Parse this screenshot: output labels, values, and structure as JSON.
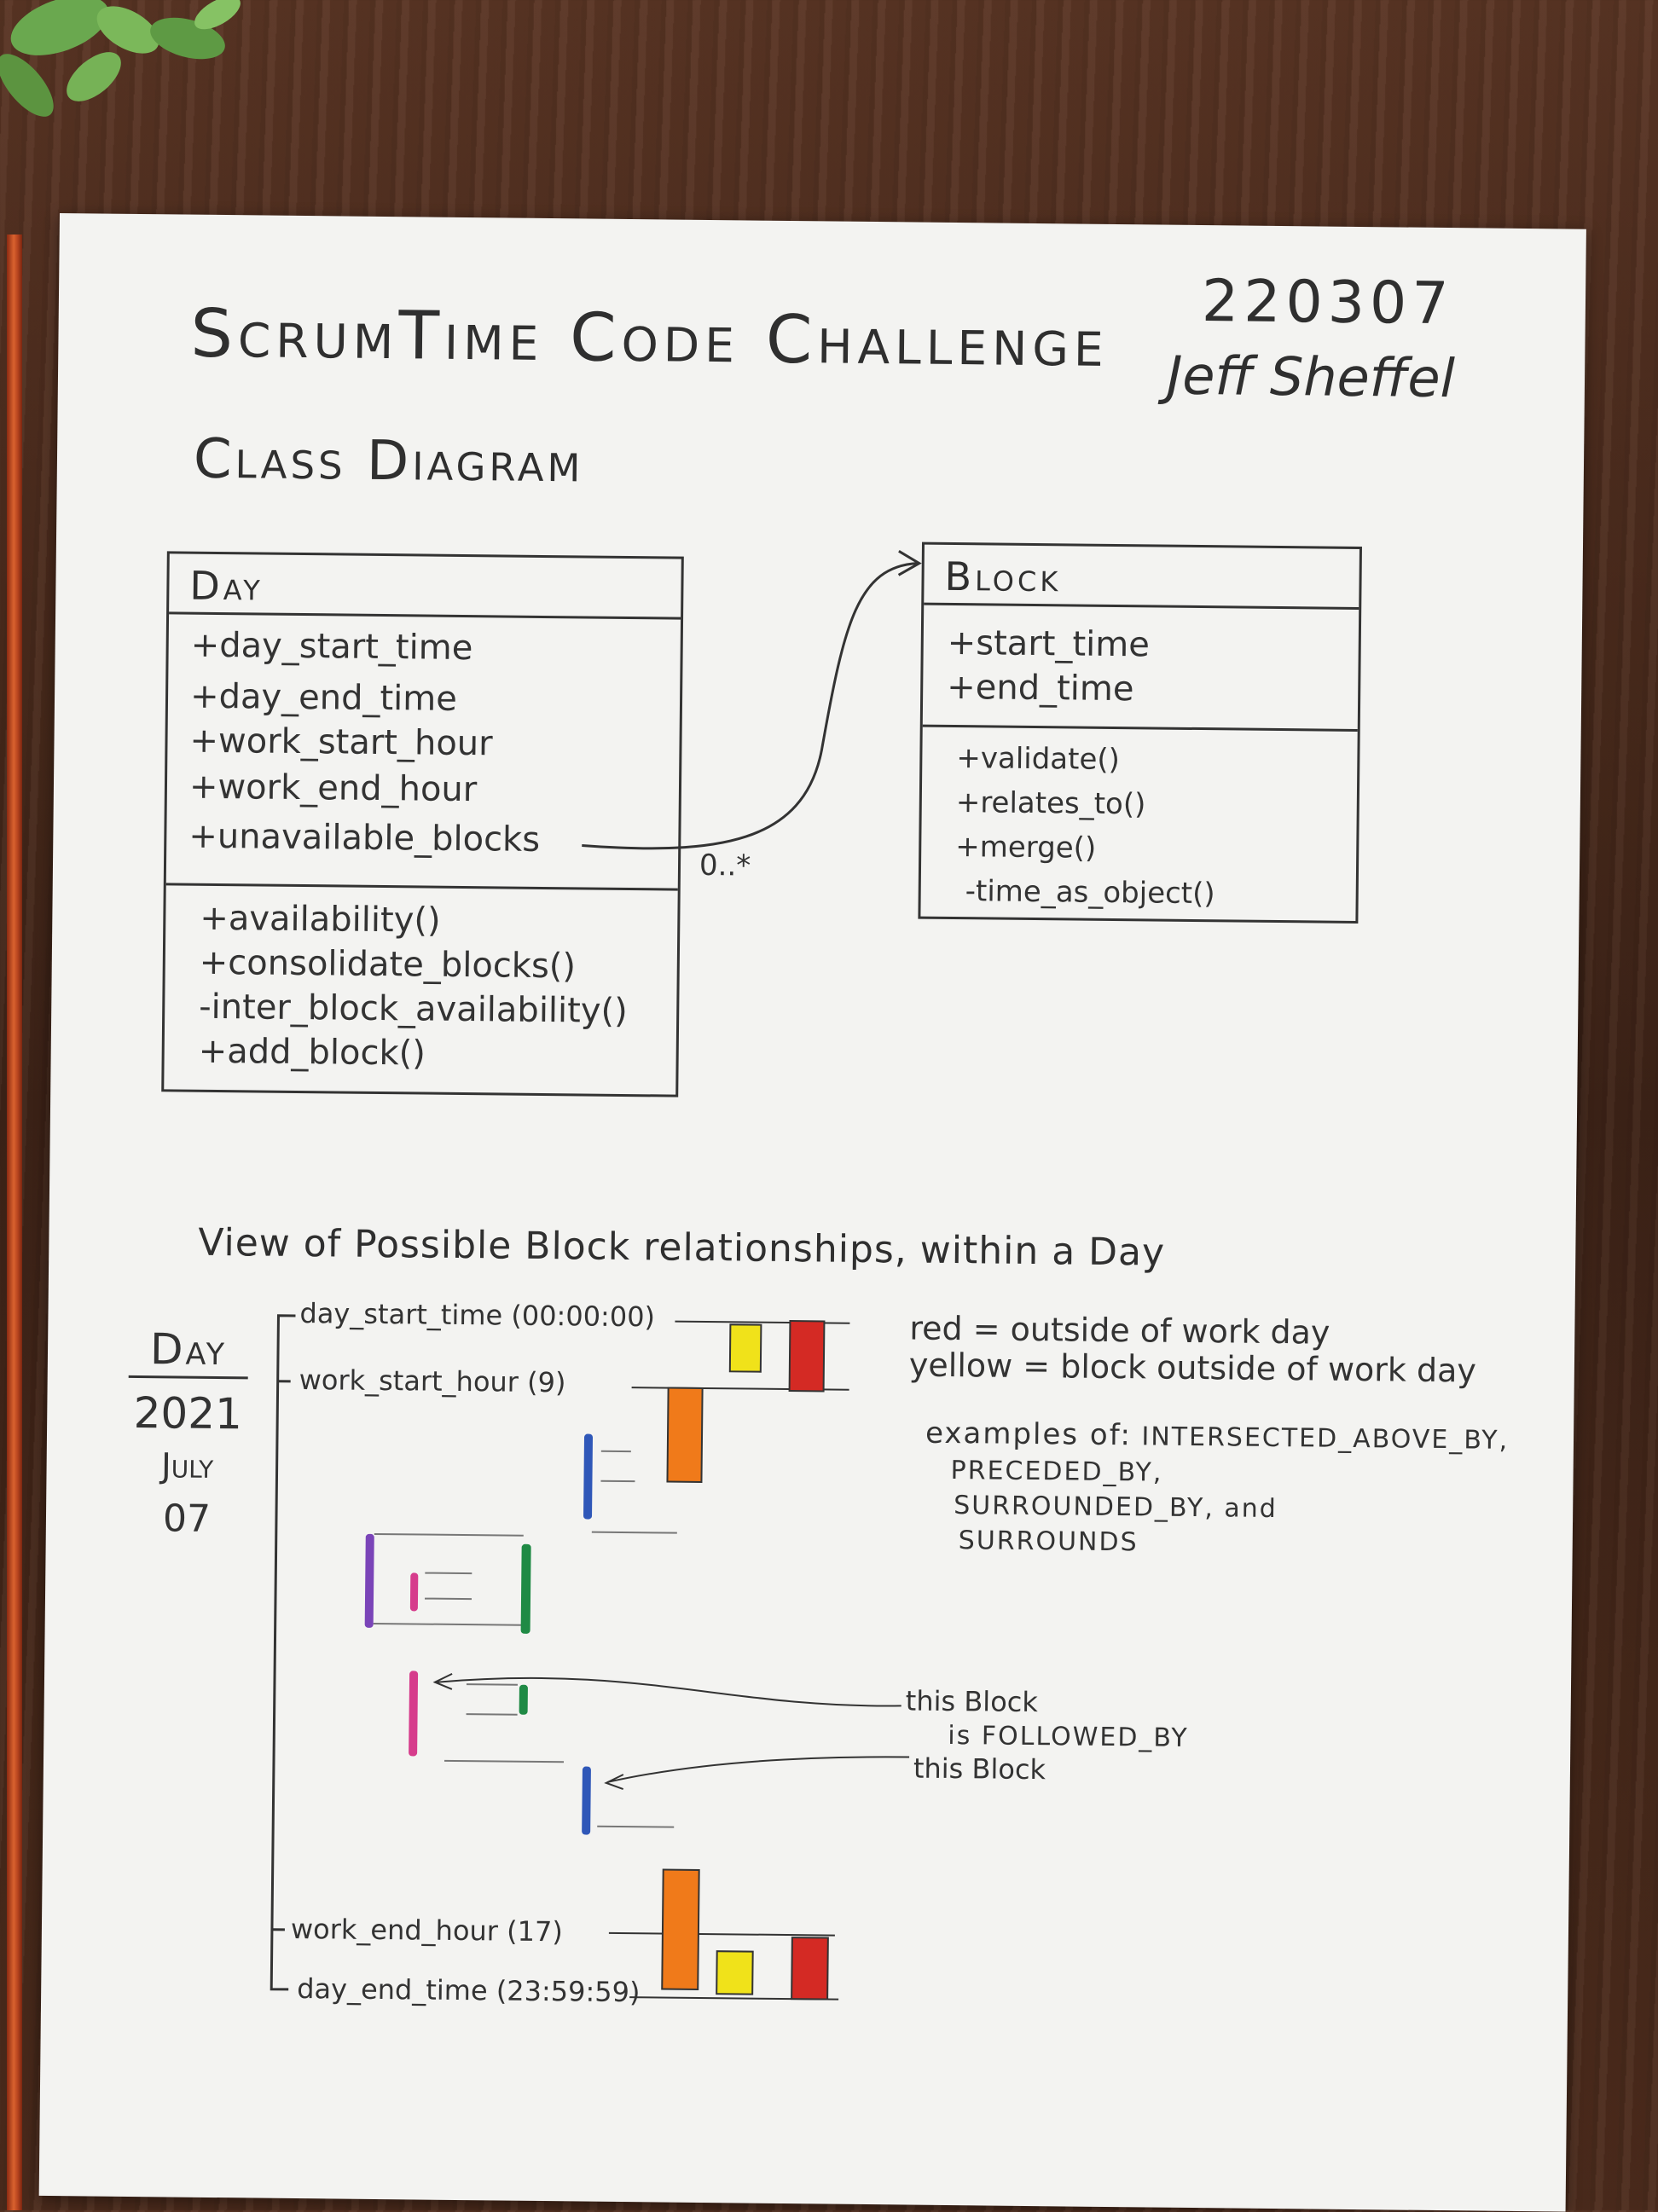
{
  "header": {
    "title": "ScrumTime Code Challenge",
    "date_code": "220307",
    "author": "Jeff Sheffel"
  },
  "class_diagram": {
    "heading": "Class Diagram",
    "day_class": {
      "name": "Day",
      "attributes": [
        "+day_start_time",
        "+day_end_time",
        "+work_start_hour",
        "+work_end_hour",
        "+unavailable_blocks"
      ],
      "methods": [
        "+availability()",
        "+consolidate_blocks()",
        "-inter_block_availability()",
        "+add_block()"
      ]
    },
    "block_class": {
      "name": "Block",
      "attributes": [
        "+start_time",
        "+end_time"
      ],
      "methods": [
        "+validate()",
        "+relates_to()",
        "+merge()",
        "-time_as_object()"
      ]
    },
    "association_multiplicity": "0..*"
  },
  "block_view": {
    "heading": "View of Possible Block relationships, within a Day",
    "day_label": "Day",
    "year": "2021",
    "month": "July",
    "day_num": "07",
    "timeline_labels": {
      "day_start": "day_start_time (00:00:00)",
      "work_start": "work_start_hour (9)",
      "work_end": "work_end_hour (17)",
      "day_end": "day_end_time (23:59:59)"
    },
    "legend": {
      "red": "red = outside of work day",
      "yellow": "yellow = block outside of work day"
    },
    "examples": {
      "prefix": "examples of:",
      "line1": "INTERSECTED_ABOVE_BY,",
      "line2": "PRECEDED_BY,",
      "line3": "SURROUNDED_BY, and",
      "line4": "SURROUNDS"
    },
    "annotation": {
      "line1": "this Block",
      "line2": "is FOLLOWED_BY",
      "line3": "this Block"
    },
    "colors": {
      "red": "#d42a24",
      "yellow": "#f0e21a",
      "orange": "#f07a1a",
      "blue": "#2f57b8",
      "purple": "#7a44b8",
      "pink": "#d63c8c",
      "green": "#1f8a45",
      "ink": "#333333"
    }
  }
}
